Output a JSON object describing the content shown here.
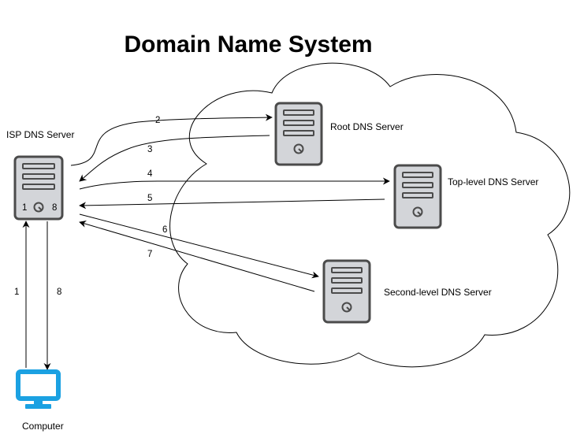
{
  "title": "Domain Name System",
  "nodes": {
    "isp": {
      "label": "ISP DNS Server",
      "left_marker": "1",
      "right_marker": "8"
    },
    "root": {
      "label": "Root DNS Server"
    },
    "tld": {
      "label": "Top-level DNS Server"
    },
    "sld": {
      "label": "Second-level DNS Server"
    },
    "computer": {
      "label": "Computer"
    }
  },
  "steps": [
    {
      "label": "1",
      "from": "Computer",
      "to": "ISP DNS Server"
    },
    {
      "label": "2",
      "from": "ISP DNS Server",
      "to": "Root DNS Server"
    },
    {
      "label": "3",
      "from": "Root DNS Server",
      "to": "ISP DNS Server"
    },
    {
      "label": "4",
      "from": "ISP DNS Server",
      "to": "Top-level DNS Server"
    },
    {
      "label": "5",
      "from": "Top-level DNS Server",
      "to": "ISP DNS Server"
    },
    {
      "label": "6",
      "from": "ISP DNS Server",
      "to": "Second-level DNS Server"
    },
    {
      "label": "7",
      "from": "Second-level DNS Server",
      "to": "ISP DNS Server"
    },
    {
      "label": "8",
      "from": "ISP DNS Server",
      "to": "Computer"
    }
  ],
  "colors": {
    "server_fill": "#d3d5d9",
    "server_stroke": "#4b4b4b",
    "computer": "#1ba1e2",
    "line": "#000000"
  }
}
